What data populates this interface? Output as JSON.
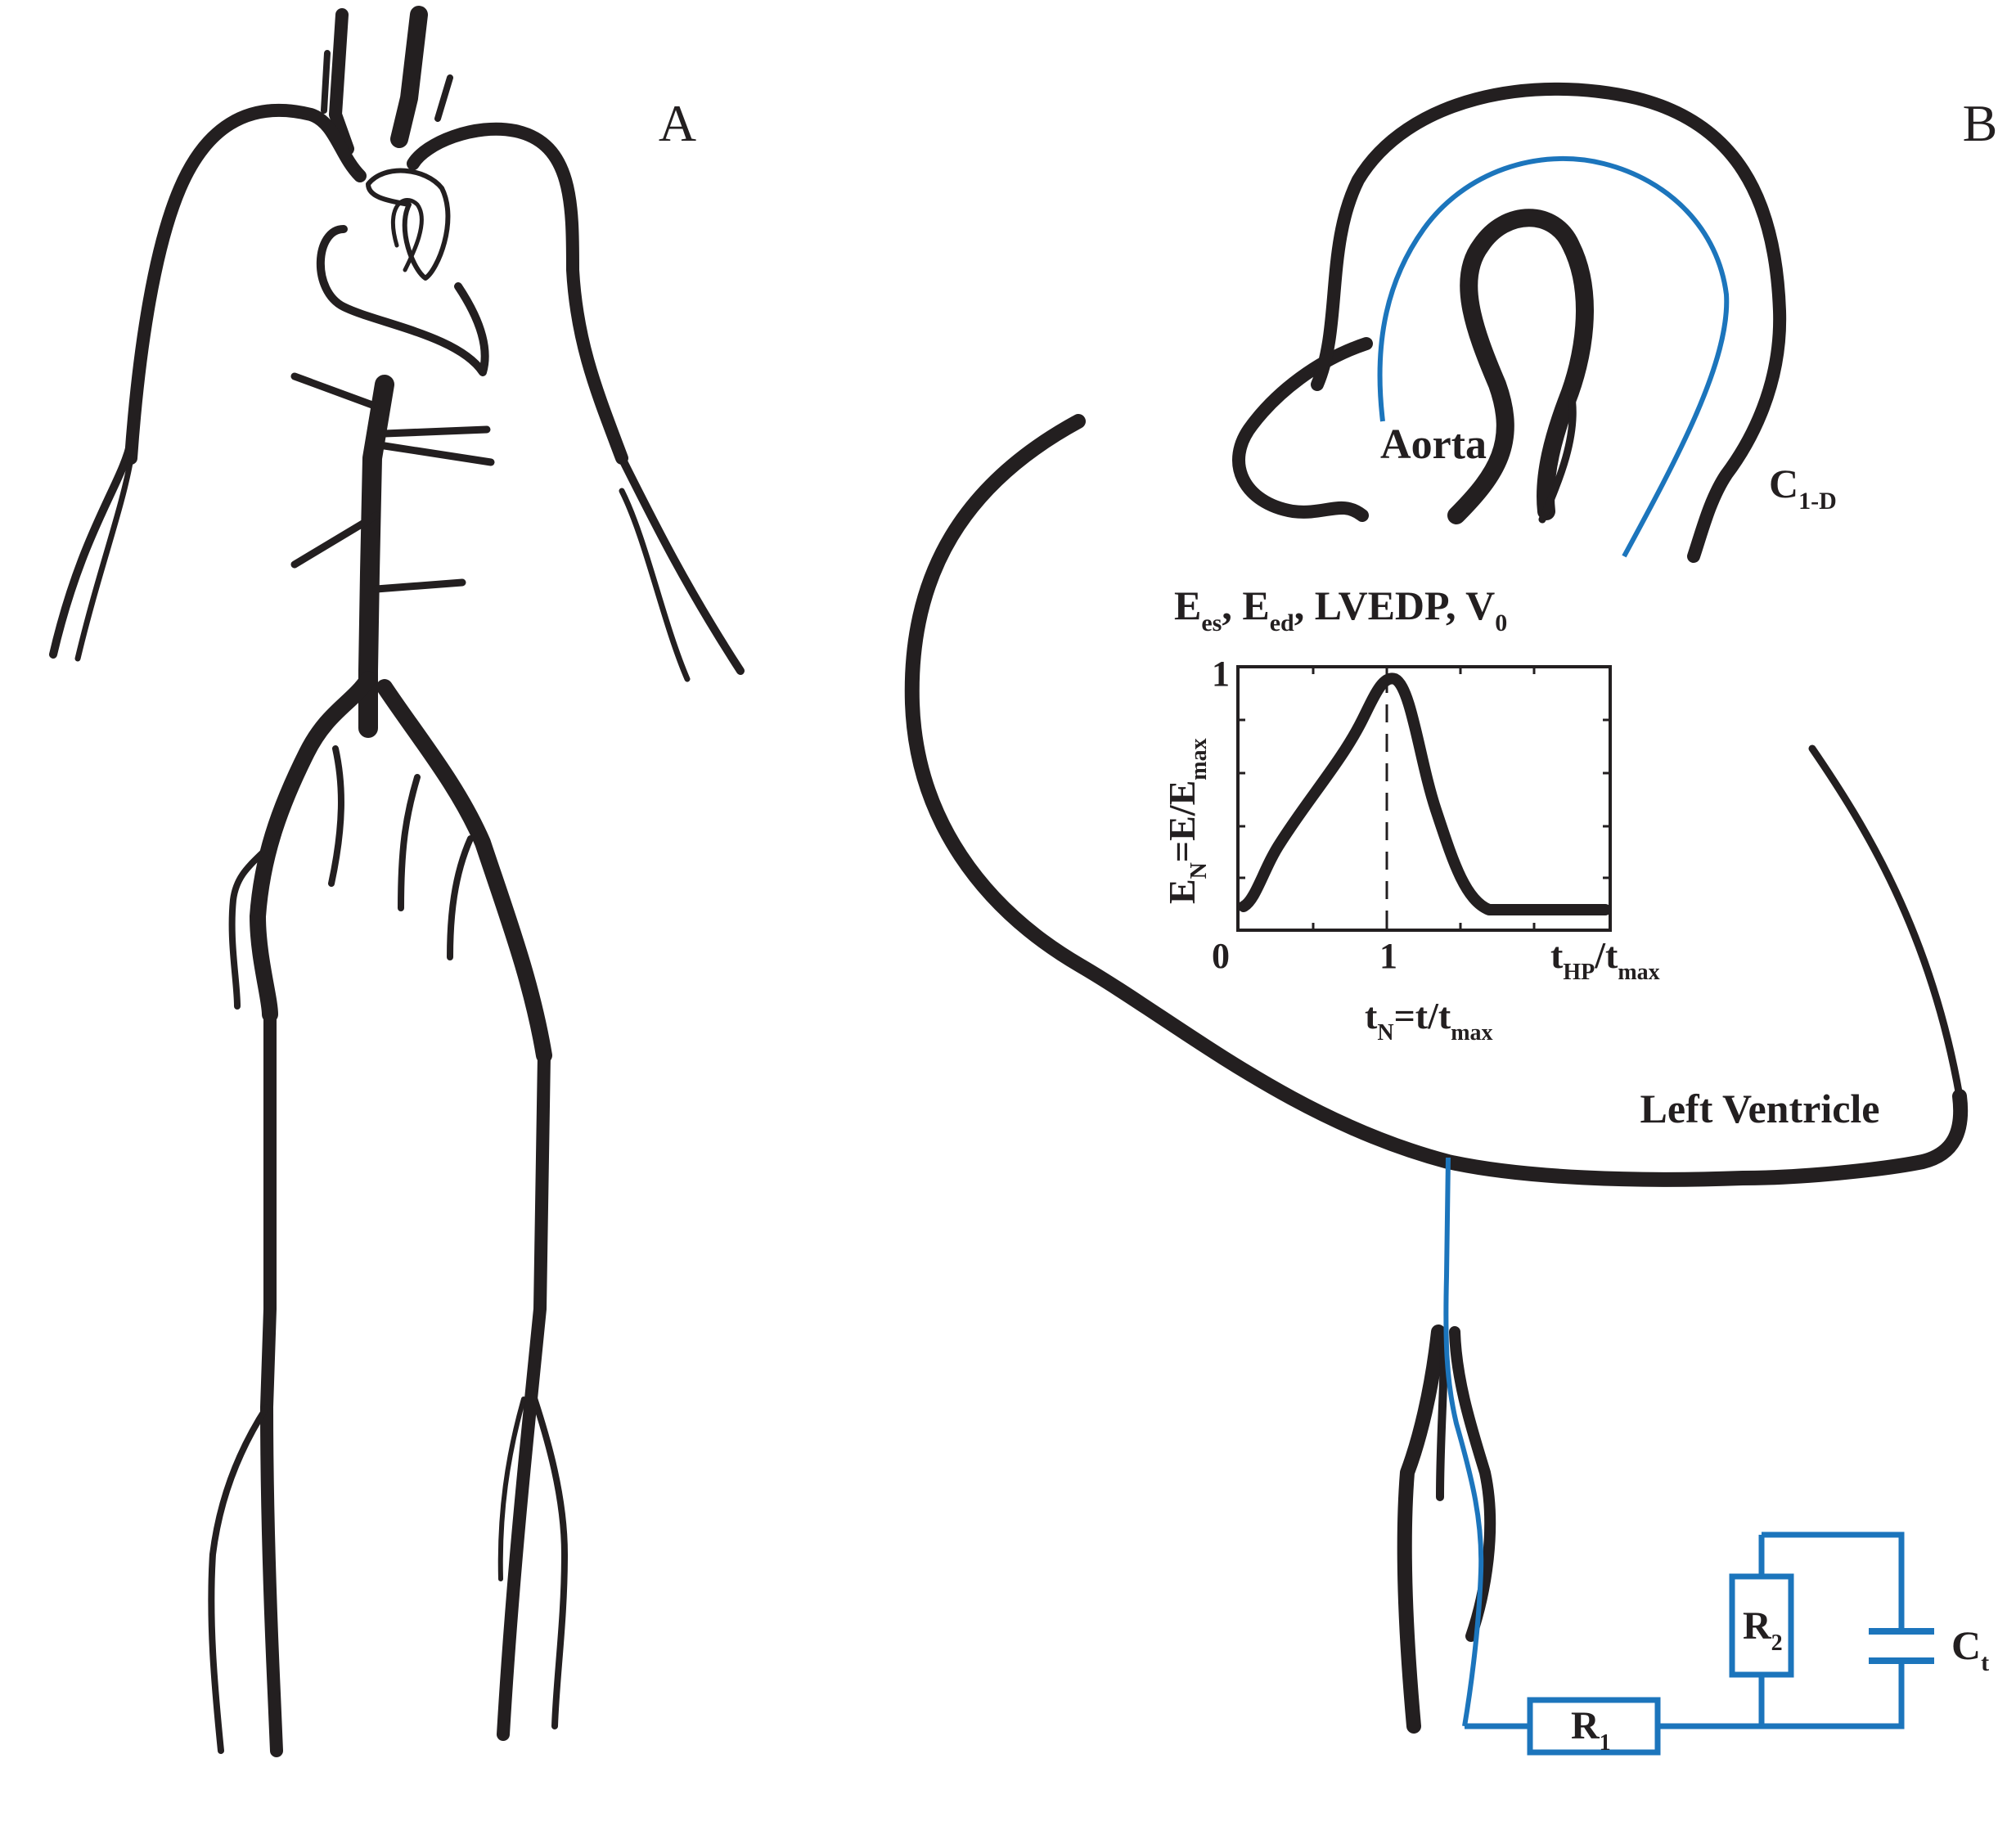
{
  "panels": {
    "a": "A",
    "b": "B"
  },
  "labels": {
    "aorta": "Aorta",
    "compliance_main": "C",
    "compliance_sub": "1-D",
    "left_ventricle": "Left Ventricle",
    "r1_main": "R",
    "r1_sub": "1",
    "r2_main": "R",
    "r2_sub": "2",
    "ct_main": "C",
    "ct_sub": "t"
  },
  "elastance_params": {
    "e1_main": "E",
    "e1_sub": "es",
    "sep1": ", ",
    "e2_main": "E",
    "e2_sub": "ed",
    "sep2": ", LVEDP, ",
    "v_main": "V",
    "v_sub": "0"
  },
  "inset": {
    "ylabel_main": "E",
    "ylabel_sub": "N",
    "ylabel_mid": "=E/E",
    "ylabel_sub2": "max",
    "ytick_top": "1",
    "xtick_0": "0",
    "xtick_1": "1",
    "xtick_end_main": "t",
    "xtick_end_sub": "HP",
    "xtick_end_mid": "/t",
    "xtick_end_sub2": "max",
    "xlabel_main": "t",
    "xlabel_sub": "N",
    "xlabel_mid": "=t/t",
    "xlabel_sub2": "max"
  },
  "colors": {
    "ink": "#231f20",
    "network": "#1c75bc",
    "background": "#ffffff"
  }
}
